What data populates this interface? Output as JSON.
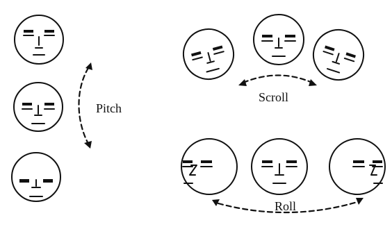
{
  "diagram": {
    "labels": {
      "pitch": "Pitch",
      "scroll": "Scroll",
      "roll": "Roll"
    },
    "colors": {
      "ink": "#111111",
      "background": "#ffffff"
    },
    "groups": [
      {
        "name": "pitch",
        "faces": [
          "up",
          "neutral",
          "down"
        ]
      },
      {
        "name": "scroll",
        "faces": [
          "tilt-left",
          "neutral",
          "tilt-right"
        ]
      },
      {
        "name": "roll",
        "faces": [
          "turn-left",
          "neutral",
          "turn-right"
        ]
      }
    ]
  }
}
